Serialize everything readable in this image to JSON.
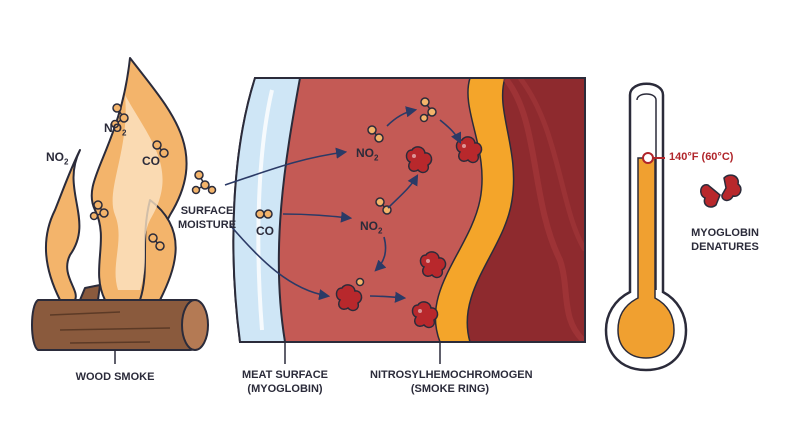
{
  "labels": {
    "wood_smoke": "WOOD SMOKE",
    "meat_surface_line1": "MEAT SURFACE",
    "meat_surface_line2": "(MYOGLOBIN)",
    "ring_line1": "NITROSYLHEMOCHROMOGEN",
    "ring_line2": "(SMOKE RING)",
    "moisture_line1": "SURFACE",
    "moisture_line2": "MOISTURE",
    "denature_line1": "MYOGLOBIN",
    "denature_line2": "DENATURES",
    "temperature": "140°F (60°C)"
  },
  "chemicals": {
    "no2_base": "NO",
    "no2_sub": "2",
    "co": "CO"
  },
  "colors": {
    "flame": "#f3b46b",
    "meat_dark": "#8e2a2e",
    "meat_mid": "#c45a55",
    "smoke_ring": "#f4a52a",
    "surface_moisture": "#cfe6f6",
    "wood": "#8a5a3d",
    "myoglobin": "#b8282c",
    "thermometer_fill": "#f0a030",
    "outline": "#2b2b3a"
  },
  "icons": [
    "flame-icon",
    "log-icon",
    "molecule-icon",
    "myoglobin-icon",
    "thermometer-icon",
    "broken-myoglobin-icon"
  ]
}
